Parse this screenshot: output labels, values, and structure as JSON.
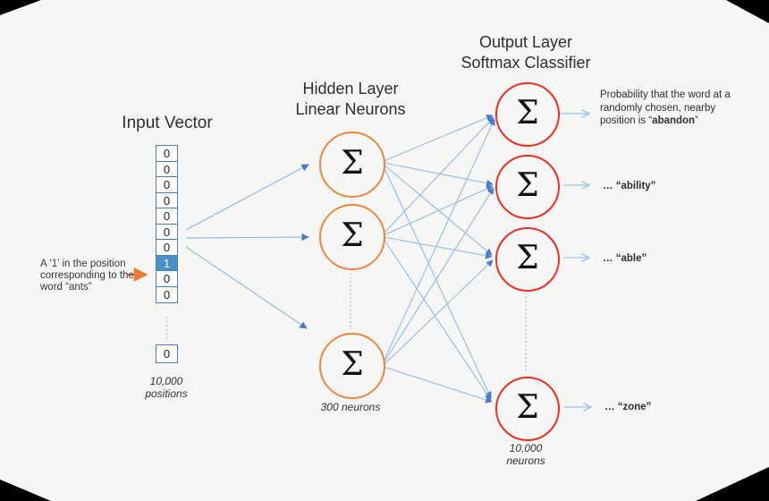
{
  "colors": {
    "background": "#f6f6f5",
    "line_blue": "#93b9e3",
    "arrowhead_blue": "#4a7cc7",
    "open_arrow_blue": "#9dc3e6",
    "orange_accent": "#ed7d31",
    "hidden_circle_stroke": "#ed8640",
    "output_circle_stroke": "#ee2e24",
    "cell_border": "#4a7fb5",
    "active_cell_fill": "#4692c8"
  },
  "titles": {
    "input": "Input Vector",
    "hidden_line1": "Hidden Layer",
    "hidden_line2": "Linear Neurons",
    "output_line1": "Output Layer",
    "output_line2": "Softmax Classifier"
  },
  "input_vector": {
    "cells": [
      "0",
      "0",
      "0",
      "0",
      "0",
      "0",
      "0",
      "1",
      "0",
      "0"
    ],
    "active_index": 7,
    "ellipsis_cell": "0",
    "caption_line1": "10,000",
    "caption_line2": "positions"
  },
  "left_annotation": {
    "line1": "A ‘1’ in the position",
    "line2": "corresponding to the",
    "line3": "word “ants”"
  },
  "hidden_layer": {
    "sigma": "Σ",
    "caption": "300 neurons"
  },
  "output_layer": {
    "sigma": "Σ",
    "caption_line1": "10,000",
    "caption_line2": "neurons"
  },
  "annotations": {
    "abandon": {
      "line1": "Probability that the word at a",
      "line2": "randomly chosen, nearby",
      "line3_pre": "position is “",
      "word": "abandon",
      "line3_post": "”"
    },
    "ability": {
      "prefix": "… ",
      "word": "“ability”"
    },
    "able": {
      "prefix": "… ",
      "word": "“able”"
    },
    "zone": {
      "prefix": "… ",
      "word": "“zone”"
    }
  }
}
